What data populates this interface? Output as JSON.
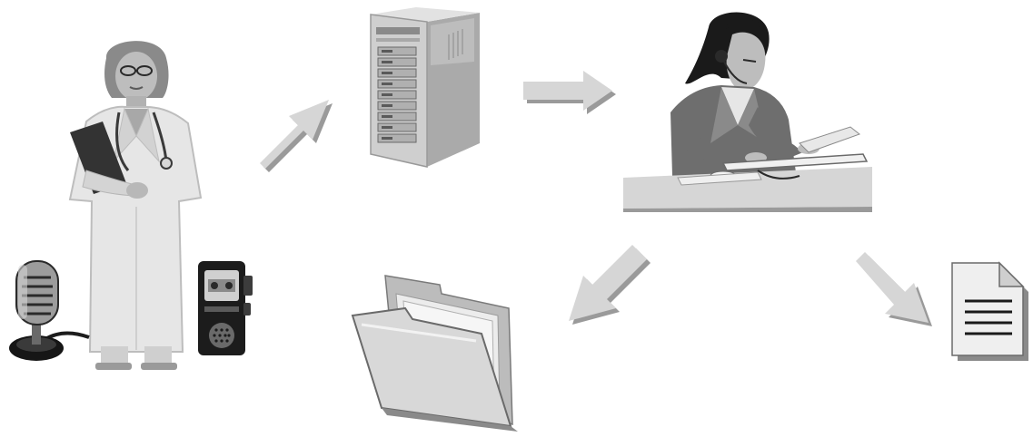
{
  "diagram": {
    "type": "workflow",
    "background": "#ffffff",
    "palette": {
      "arrow_fill": "#d6d6d6",
      "arrow_shadow": "#9a9a9a",
      "dark": "#2a2a2a",
      "mid": "#8c8c8c",
      "light": "#cfcfcf",
      "white": "#f4f4f4"
    },
    "nodes": [
      {
        "id": "doctor",
        "icon": "doctor-icon"
      },
      {
        "id": "microphone",
        "icon": "microphone-icon"
      },
      {
        "id": "dictation-recorder",
        "icon": "voice-recorder-icon"
      },
      {
        "id": "server",
        "icon": "server-tower-icon"
      },
      {
        "id": "transcriptionist",
        "icon": "transcriptionist-icon"
      },
      {
        "id": "folder",
        "icon": "open-folder-icon"
      },
      {
        "id": "document",
        "icon": "document-icon"
      }
    ],
    "edges": [
      {
        "from": "doctor",
        "to": "server",
        "icon": "arrow-up-right-icon"
      },
      {
        "from": "server",
        "to": "transcriptionist",
        "icon": "arrow-right-icon"
      },
      {
        "from": "transcriptionist",
        "to": "folder",
        "icon": "arrow-down-left-icon"
      },
      {
        "from": "transcriptionist",
        "to": "document",
        "icon": "arrow-down-right-icon"
      }
    ]
  }
}
